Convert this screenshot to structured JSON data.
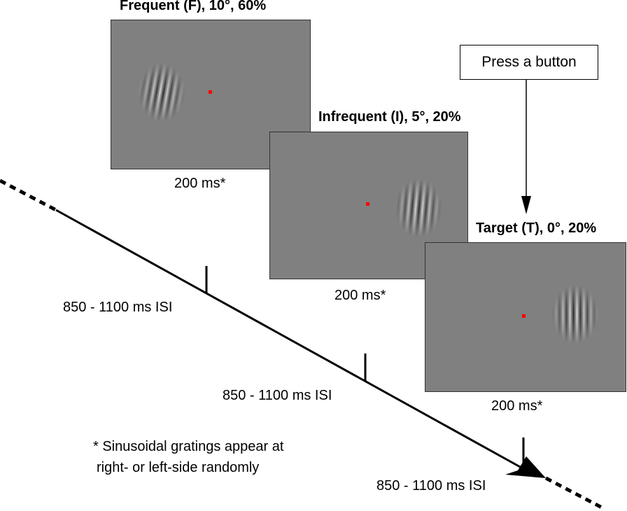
{
  "colors": {
    "screen_gray": "#808080",
    "fixation": "#ff0000",
    "line": "#000000"
  },
  "stimuli": [
    {
      "title": "Frequent (F), 10°, 60%",
      "duration": "200 ms*",
      "grating_side": "left",
      "grating_tilt_deg": 10
    },
    {
      "title": "Infrequent (I), 5°, 20%",
      "duration": "200 ms*",
      "grating_side": "right",
      "grating_tilt_deg": 5
    },
    {
      "title": "Target (T), 0°, 20%",
      "duration": "200 ms*",
      "grating_side": "right",
      "grating_tilt_deg": 0
    }
  ],
  "button_label": "Press a button",
  "isi_labels": [
    "850 - 1100 ms ISI",
    "850 - 1100 ms ISI",
    "850 - 1100 ms ISI"
  ],
  "footnote": [
    "* Sinusoidal gratings appear at",
    "right- or left-side randomly"
  ]
}
